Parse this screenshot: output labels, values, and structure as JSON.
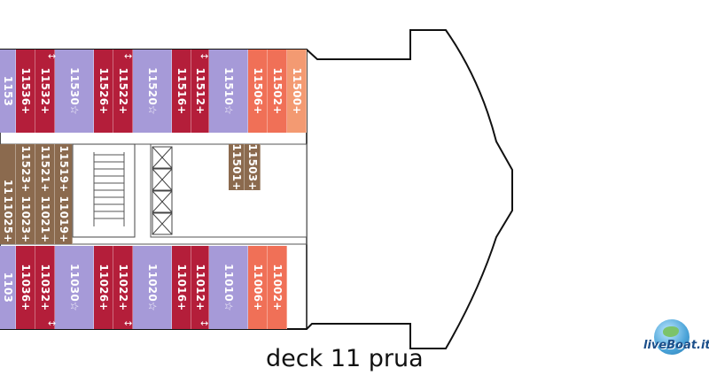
{
  "caption": "deck 11 prua",
  "logo": {
    "text": "liveBoat.it",
    "icon": "globe-logo-icon"
  },
  "colors": {
    "suite_red": "#b41e3a",
    "lavender": "#a69ad8",
    "orange": "#f07057",
    "light_orange": "#f39a72",
    "brown": "#8b6a4e",
    "hull_outline": "#111111"
  },
  "accessible_marker": "↔",
  "cabins": {
    "starboard": [
      "1153",
      "11536+",
      "11532+",
      "11530☆",
      "11526+",
      "11522+",
      "11520☆",
      "11516+",
      "11512+",
      "11510☆",
      "11506+",
      "11502+",
      "11500+"
    ],
    "port": [
      "1103",
      "11036+",
      "11032+",
      "11030☆",
      "11026+",
      "11022+",
      "11020☆",
      "11016+",
      "11012+",
      "11010☆",
      "11006+",
      "11002+"
    ],
    "inner_upper": [
      "11523+",
      "11521+",
      "11519+"
    ],
    "inner_lower": [
      "11025+",
      "11023+",
      "11021+",
      "11019+"
    ],
    "inner_right": [
      "11501+",
      "11503+"
    ]
  }
}
